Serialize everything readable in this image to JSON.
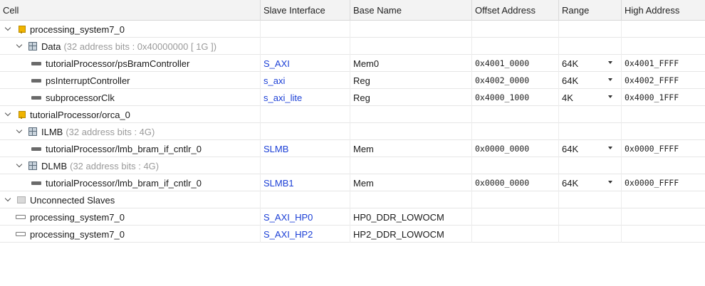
{
  "columns": [
    "Cell",
    "Slave Interface",
    "Base Name",
    "Offset Address",
    "Range",
    "High Address"
  ],
  "rows": [
    {
      "indent": 0,
      "type": "group-chip",
      "cell": "processing_system7_0"
    },
    {
      "indent": 1,
      "type": "group-grid",
      "cell": "Data",
      "sub": "(32 address bits : 0x40000000 [ 1G ])"
    },
    {
      "indent": 2,
      "type": "iface",
      "cell": "tutorialProcessor/psBramController",
      "slave": "S_AXI",
      "base": "Mem0",
      "offset": "0x4001_0000",
      "range": "64K",
      "high": "0x4001_FFFF"
    },
    {
      "indent": 2,
      "type": "iface",
      "cell": "psInterruptController",
      "slave": "s_axi",
      "base": "Reg",
      "offset": "0x4002_0000",
      "range": "64K",
      "high": "0x4002_FFFF"
    },
    {
      "indent": 2,
      "type": "iface",
      "cell": "subprocessorClk",
      "slave": "s_axi_lite",
      "base": "Reg",
      "offset": "0x4000_1000",
      "range": "4K",
      "high": "0x4000_1FFF"
    },
    {
      "indent": 0,
      "type": "group-chip",
      "cell": "tutorialProcessor/orca_0"
    },
    {
      "indent": 1,
      "type": "group-grid",
      "cell": "ILMB",
      "sub": "(32 address bits : 4G)"
    },
    {
      "indent": 2,
      "type": "iface",
      "cell": "tutorialProcessor/lmb_bram_if_cntlr_0",
      "slave": "SLMB",
      "base": "Mem",
      "offset": "0x0000_0000",
      "range": "64K",
      "high": "0x0000_FFFF"
    },
    {
      "indent": 1,
      "type": "group-grid",
      "cell": "DLMB",
      "sub": "(32 address bits : 4G)"
    },
    {
      "indent": 2,
      "type": "iface",
      "cell": "tutorialProcessor/lmb_bram_if_cntlr_0",
      "slave": "SLMB1",
      "base": "Mem",
      "offset": "0x0000_0000",
      "range": "64K",
      "high": "0x0000_FFFF"
    },
    {
      "indent": 0,
      "type": "group-folder",
      "cell": "Unconnected Slaves"
    },
    {
      "indent": 1,
      "type": "iface-unconn",
      "cell": "processing_system7_0",
      "slave": "S_AXI_HP0",
      "base": "HP0_DDR_LOWOCM"
    },
    {
      "indent": 1,
      "type": "iface-unconn",
      "cell": "processing_system7_0",
      "slave": "S_AXI_HP2",
      "base": "HP2_DDR_LOWOCM"
    }
  ],
  "colors": {
    "link": "#1b3fd6",
    "header_bg": "#f3f3f3",
    "chip": "#f0b400"
  },
  "icons": {
    "group-chip": "processor-chip-icon",
    "group-grid": "address-space-grid-icon",
    "group-folder": "folder-icon",
    "iface": "interface-connector-icon",
    "iface-unconn": "unconnected-interface-icon",
    "expand": "chevron-down-icon",
    "dropdown": "dropdown-caret-icon"
  }
}
